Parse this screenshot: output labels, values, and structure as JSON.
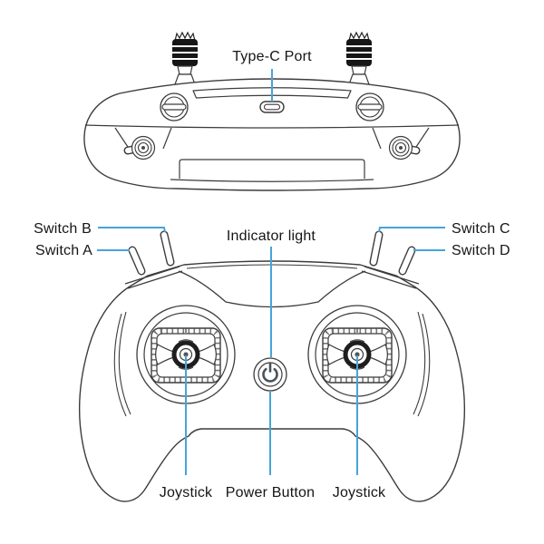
{
  "diagram": {
    "subject": "remote-controller-annotated-diagram",
    "views": {
      "top_view": "controller rear/top face with antennas",
      "front_view": "controller front face with gimbals"
    }
  },
  "labels": {
    "type_c_port": "Type-C Port",
    "switch_b": "Switch B",
    "switch_a": "Switch A",
    "switch_c": "Switch C",
    "switch_d": "Switch D",
    "indicator_light": "Indicator light",
    "joystick_left": "Joystick",
    "power_button": "Power Button",
    "joystick_right": "Joystick"
  },
  "icons": {
    "power_icon": "power symbol on center button",
    "usb_c_icon": "USB Type-C oval port",
    "antenna_icon": "striped stub antenna x2"
  },
  "colors": {
    "leader_line": "#46a4d8",
    "line_art": "#3c3c3c",
    "text": "#151515",
    "antenna_fill": "#161616",
    "background": "#ffffff"
  }
}
